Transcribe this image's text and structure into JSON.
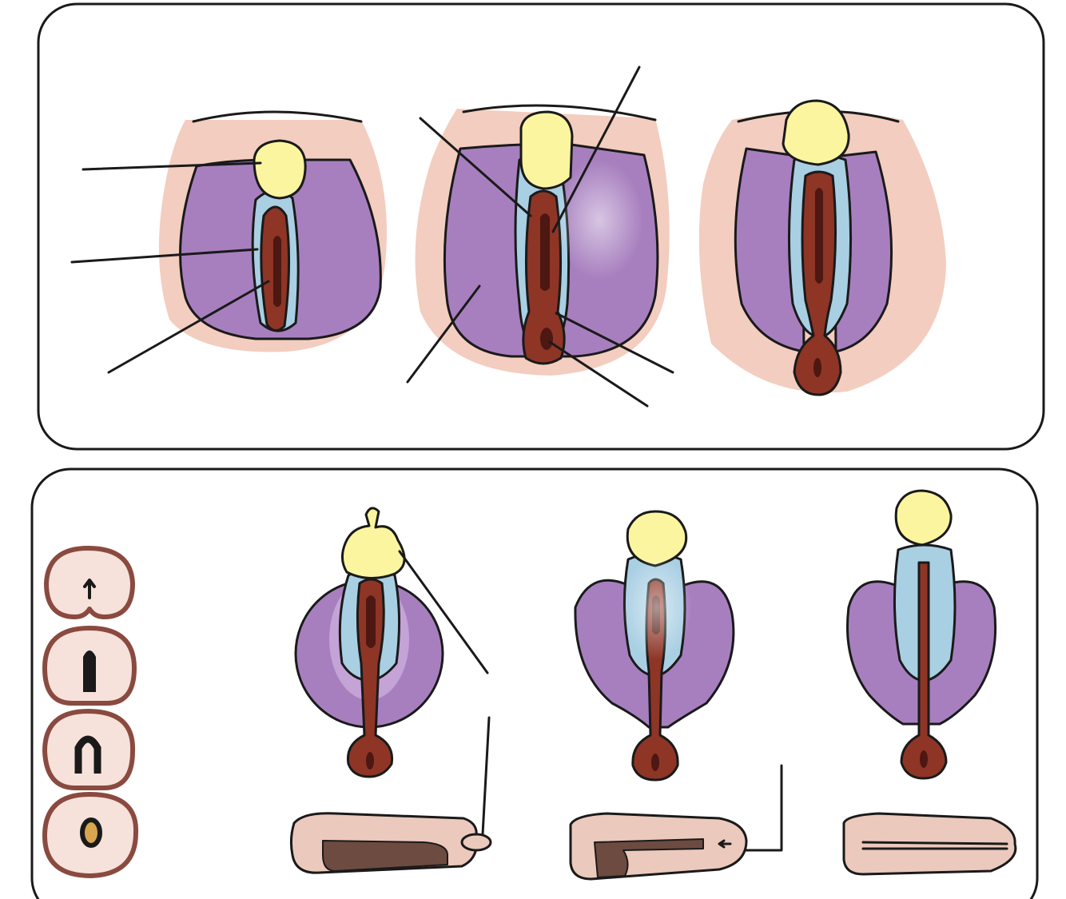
{
  "diagram": {
    "panels": [
      {
        "id": "top",
        "stages": 3,
        "labels": []
      },
      {
        "id": "bottom",
        "stages": 3,
        "cross_sections": 4,
        "side_views": 3,
        "labels": []
      }
    ],
    "colors": {
      "outline": "#1a1a1a",
      "skin": "#f3cdbf",
      "swelling": "#a77fbf",
      "swelling_light": "#c4a3d6",
      "fold": "#a9cfe3",
      "groove": "#8e3526",
      "groove_dark": "#4d1712",
      "tubercle": "#fbf59f",
      "section_ring": "#8a4a40",
      "section_fill": "#f6e2da",
      "side_fill": "#ecc9bd",
      "side_dark": "#6d4b40",
      "core": "#d7a64f"
    }
  }
}
